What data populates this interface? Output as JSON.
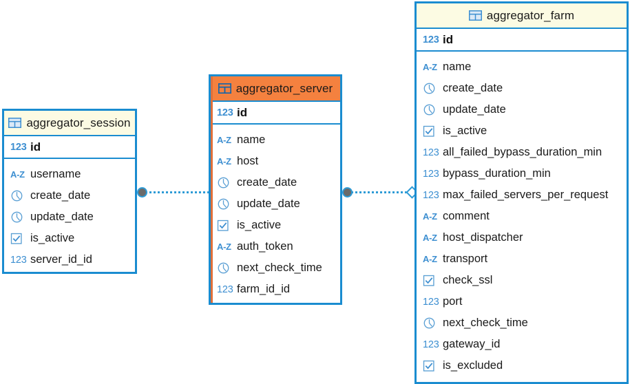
{
  "diagram": {
    "kind": "er-diagram",
    "colors": {
      "entity_border": "#1a8cd0",
      "header_default": "#fcfbe3",
      "header_selected": "#f4813f",
      "selection_stripe": "#e0703a",
      "icon_blue": "#3d8fd1",
      "connector_line": "#2e9bd6",
      "connector_knob": "#6a6a6a",
      "background": "#ffffff"
    },
    "entities": [
      {
        "id": "aggregator_session",
        "title": "aggregator_session",
        "header_style": "yellow",
        "selected": false,
        "table_icon": "table-icon",
        "primary_key": {
          "name": "id",
          "type_icon": "number-icon",
          "type_label": "123"
        },
        "fields": [
          {
            "name": "username",
            "type_icon": "text-icon",
            "type_label": "A-Z"
          },
          {
            "name": "create_date",
            "type_icon": "clock-icon",
            "type_label": ""
          },
          {
            "name": "update_date",
            "type_icon": "clock-icon",
            "type_label": ""
          },
          {
            "name": "is_active",
            "type_icon": "checkbox-icon",
            "type_label": ""
          },
          {
            "name": "server_id_id",
            "type_icon": "number-icon",
            "type_label": "123"
          }
        ]
      },
      {
        "id": "aggregator_server",
        "title": "aggregator_server",
        "header_style": "orange",
        "selected": true,
        "table_icon": "table-icon",
        "primary_key": {
          "name": "id",
          "type_icon": "number-icon",
          "type_label": "123"
        },
        "fields": [
          {
            "name": "name",
            "type_icon": "text-icon",
            "type_label": "A-Z"
          },
          {
            "name": "host",
            "type_icon": "text-icon",
            "type_label": "A-Z"
          },
          {
            "name": "create_date",
            "type_icon": "clock-icon",
            "type_label": ""
          },
          {
            "name": "update_date",
            "type_icon": "clock-icon",
            "type_label": ""
          },
          {
            "name": "is_active",
            "type_icon": "checkbox-icon",
            "type_label": ""
          },
          {
            "name": "auth_token",
            "type_icon": "text-icon",
            "type_label": "A-Z"
          },
          {
            "name": "next_check_time",
            "type_icon": "clock-icon",
            "type_label": ""
          },
          {
            "name": "farm_id_id",
            "type_icon": "number-icon",
            "type_label": "123"
          }
        ]
      },
      {
        "id": "aggregator_farm",
        "title": "aggregator_farm",
        "header_style": "yellow",
        "selected": false,
        "table_icon": "table-icon",
        "primary_key": {
          "name": "id",
          "type_icon": "number-icon",
          "type_label": "123"
        },
        "fields": [
          {
            "name": "name",
            "type_icon": "text-icon",
            "type_label": "A-Z"
          },
          {
            "name": "create_date",
            "type_icon": "clock-icon",
            "type_label": ""
          },
          {
            "name": "update_date",
            "type_icon": "clock-icon",
            "type_label": ""
          },
          {
            "name": "is_active",
            "type_icon": "checkbox-icon",
            "type_label": ""
          },
          {
            "name": "all_failed_bypass_duration_min",
            "type_icon": "number-icon",
            "type_label": "123"
          },
          {
            "name": "bypass_duration_min",
            "type_icon": "number-icon",
            "type_label": "123"
          },
          {
            "name": "max_failed_servers_per_request",
            "type_icon": "number-icon",
            "type_label": "123"
          },
          {
            "name": "comment",
            "type_icon": "text-icon",
            "type_label": "A-Z"
          },
          {
            "name": "host_dispatcher",
            "type_icon": "text-icon",
            "type_label": "A-Z"
          },
          {
            "name": "transport",
            "type_icon": "text-icon",
            "type_label": "A-Z"
          },
          {
            "name": "check_ssl",
            "type_icon": "checkbox-icon",
            "type_label": ""
          },
          {
            "name": "port",
            "type_icon": "number-icon",
            "type_label": "123"
          },
          {
            "name": "next_check_time",
            "type_icon": "clock-icon",
            "type_label": ""
          },
          {
            "name": "gateway_id",
            "type_icon": "number-icon",
            "type_label": "123"
          },
          {
            "name": "is_excluded",
            "type_icon": "checkbox-icon",
            "type_label": ""
          }
        ]
      }
    ],
    "relationships": [
      {
        "id": "session-to-server",
        "from": "aggregator_session",
        "to": "aggregator_server",
        "from_marker": "filled-circle",
        "to_marker": "none",
        "line_style": "dotted"
      },
      {
        "id": "server-to-farm",
        "from": "aggregator_server",
        "to": "aggregator_farm",
        "from_marker": "filled-circle",
        "to_marker": "hollow-diamond",
        "line_style": "dotted"
      }
    ]
  }
}
